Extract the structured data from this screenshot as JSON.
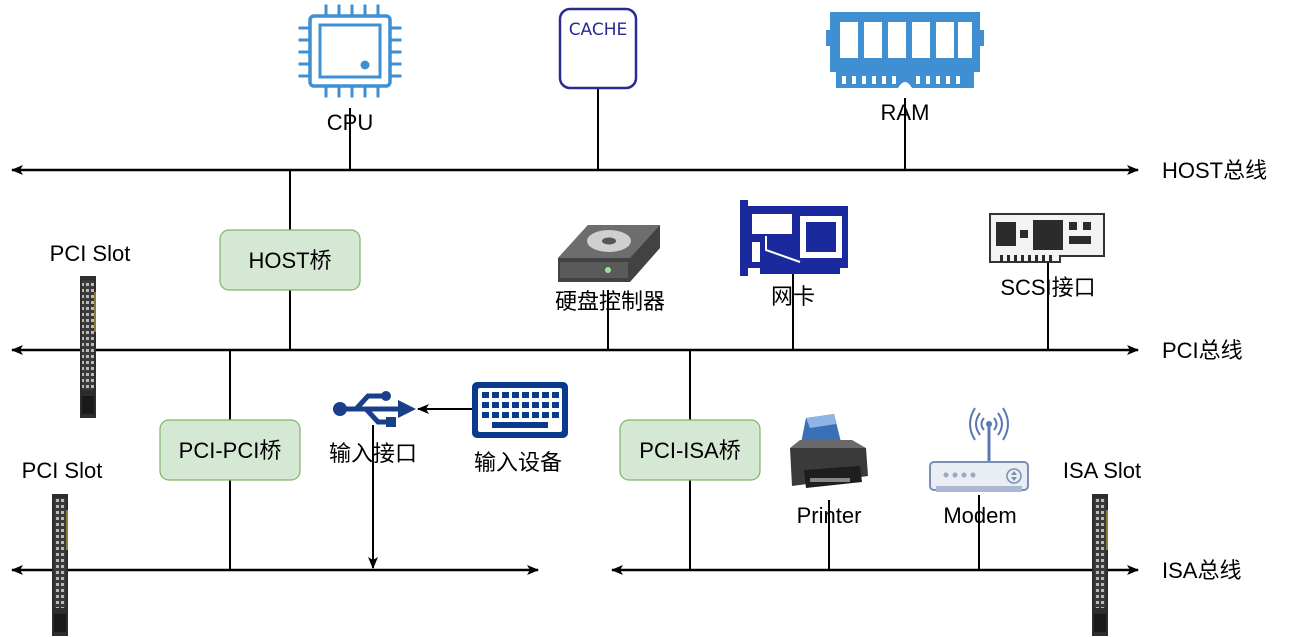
{
  "buses": {
    "host": "HOST总线",
    "pci": "PCI总线",
    "isa": "ISA总线"
  },
  "components": {
    "cpu": "CPU",
    "cache": "CACHE",
    "ram": "RAM",
    "host_bridge": "HOST桥",
    "disk_controller": "硬盘控制器",
    "nic": "网卡",
    "scsi": "SCSI接口",
    "pci_pci_bridge": "PCI-PCI桥",
    "input_port": "输入接口",
    "input_device": "输入设备",
    "pci_isa_bridge": "PCI-ISA桥",
    "printer": "Printer",
    "modem": "Modem",
    "pci_slot_1": "PCI Slot",
    "pci_slot_2": "PCI Slot",
    "isa_slot": "ISA Slot"
  },
  "colors": {
    "bridge_fill": "#d5e8d4",
    "bridge_stroke": "#82b366",
    "icon_blue": "#3f8fd2",
    "nic_blue": "#1a2a9c",
    "keyboard_blue": "#0a3a8c",
    "usb_blue": "#1a3f8a"
  },
  "icons": {
    "cpu": "chip-icon",
    "cache": "cache-icon",
    "ram": "memory-module-icon",
    "disk_controller": "hard-disk-icon",
    "nic": "network-card-icon",
    "scsi": "circuit-board-icon",
    "input_port": "usb-icon",
    "input_device": "keyboard-icon",
    "printer": "printer-icon",
    "modem": "wifi-router-icon",
    "slot": "expansion-slot-icon"
  }
}
